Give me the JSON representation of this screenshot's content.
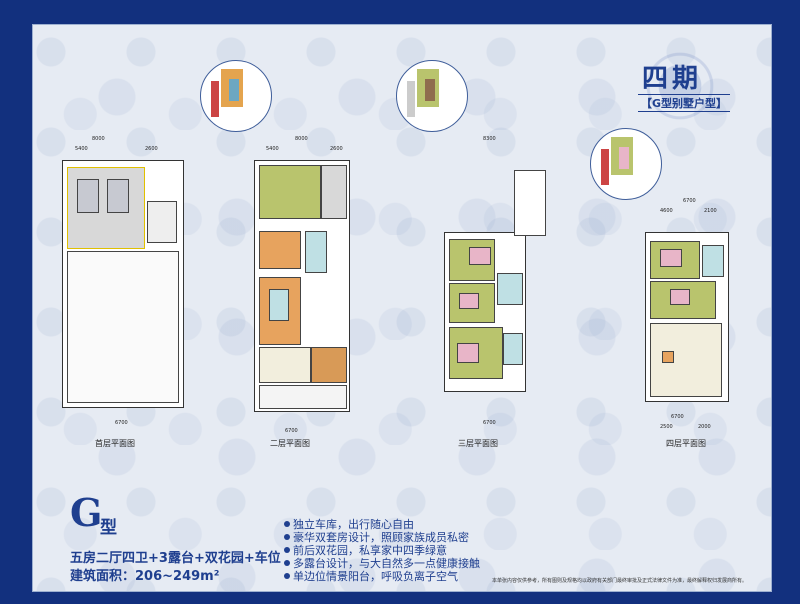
{
  "header": {
    "title": "四期",
    "subtitle": "【G型别墅户型】"
  },
  "model": {
    "letter": "G",
    "suffix": "型",
    "layout": "五房二厅四卫+3露台+双花园+车位",
    "area": "建筑面积：206~249m²"
  },
  "features": [
    "独立车库，出行随心自由",
    "豪华双套房设计，照顾家族成员私密",
    "前后双花园，私享家中四季绿意",
    "多露台设计，与大自然多一点健康接触",
    "单边位情景阳台，呼吸负离子空气"
  ],
  "floors": [
    {
      "label": "首层平面图"
    },
    {
      "label": "二层平面图"
    },
    {
      "label": "三层平面图"
    },
    {
      "label": "四层平面图"
    }
  ],
  "dimensions": {
    "f1_top": "8000",
    "f1_top_a": "5400",
    "f1_top_b": "2600",
    "f1_bottom": "6700",
    "f2_top": "8000",
    "f2_top_a": "5400",
    "f2_top_b": "2600",
    "f2_bottom": "6700",
    "f3_top": "8300",
    "f3_bottom": "6700",
    "f4_top": "6700",
    "f4_top_a": "4600",
    "f4_top_b": "2100",
    "f4_bottom": "6700",
    "f4_bottom_a": "2500",
    "f4_bottom_b": "2000"
  },
  "footnote": "本单张内容仅供参考，所有图则及规格均以政府有关部门最终审批及正式法律文件为准，最终解释权归发展商所有。",
  "colors": {
    "frame": "#12307e",
    "paper": "#e6ebf3",
    "accent": "#1f3f8f"
  }
}
